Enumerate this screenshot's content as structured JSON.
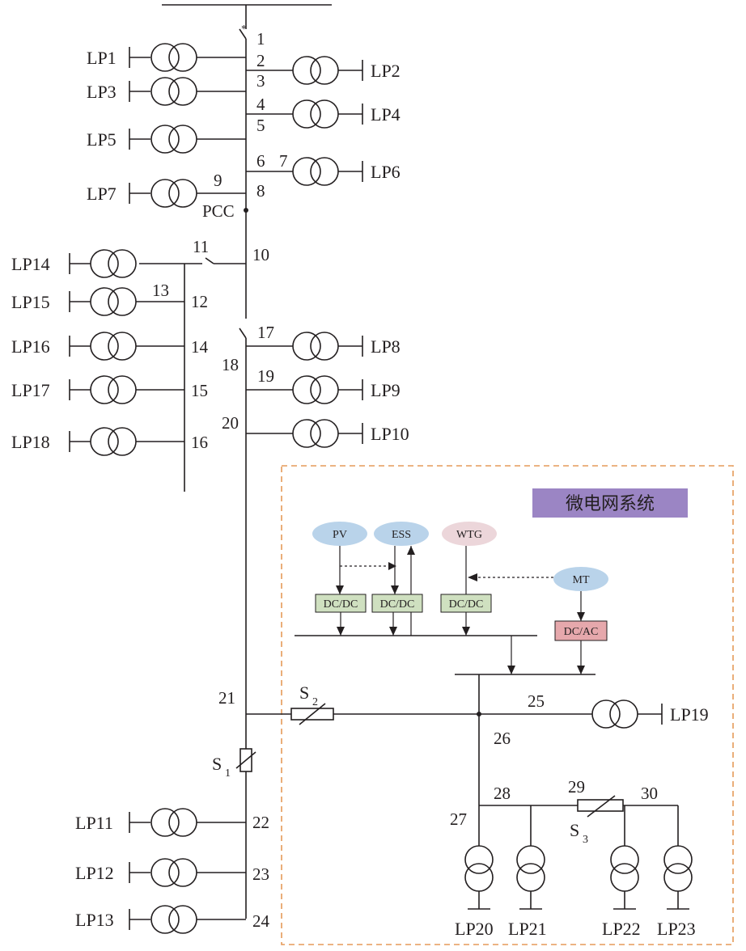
{
  "diagram": {
    "title_box": {
      "text": "微电网系统",
      "color": "#9b85c4"
    },
    "frame_color": "#e59a58",
    "sources": [
      {
        "id": "pv",
        "text": "PV",
        "color": "#b9d3ea"
      },
      {
        "id": "ess",
        "text": "ESS",
        "color": "#b9d3ea"
      },
      {
        "id": "wtg",
        "text": "WTG",
        "color": "#ecd6da"
      },
      {
        "id": "mt",
        "text": "MT",
        "color": "#b9d3ea"
      }
    ],
    "converters": [
      {
        "id": "dcdc1",
        "text": "DC/DC",
        "color": "#cfe0c0"
      },
      {
        "id": "dcdc2",
        "text": "DC/DC",
        "color": "#cfe0c0"
      },
      {
        "id": "dcdc3",
        "text": "DC/DC",
        "color": "#cfe0c0"
      },
      {
        "id": "dcac",
        "text": "DC/AC",
        "color": "#e6a8ac"
      }
    ],
    "loads_left": [
      {
        "id": "LP1",
        "text": "LP1"
      },
      {
        "id": "LP3",
        "text": "LP3"
      },
      {
        "id": "LP5",
        "text": "LP5"
      },
      {
        "id": "LP7",
        "text": "LP7"
      }
    ],
    "loads_right": [
      {
        "id": "LP2",
        "text": "LP2"
      },
      {
        "id": "LP4",
        "text": "LP4"
      },
      {
        "id": "LP6",
        "text": "LP6"
      }
    ],
    "loads_branch": [
      {
        "id": "LP14",
        "text": "LP14"
      },
      {
        "id": "LP15",
        "text": "LP15"
      },
      {
        "id": "LP16",
        "text": "LP16"
      },
      {
        "id": "LP17",
        "text": "LP17"
      },
      {
        "id": "LP18",
        "text": "LP18"
      }
    ],
    "loads_mid_right": [
      {
        "id": "LP8",
        "text": "LP8"
      },
      {
        "id": "LP9",
        "text": "LP9"
      },
      {
        "id": "LP10",
        "text": "LP10"
      }
    ],
    "loads_bottom_left": [
      {
        "id": "LP11",
        "text": "LP11"
      },
      {
        "id": "LP12",
        "text": "LP12"
      },
      {
        "id": "LP13",
        "text": "LP13"
      }
    ],
    "loads_micro": [
      {
        "id": "LP19",
        "text": "LP19"
      },
      {
        "id": "LP20",
        "text": "LP20"
      },
      {
        "id": "LP21",
        "text": "LP21"
      },
      {
        "id": "LP22",
        "text": "LP22"
      },
      {
        "id": "LP23",
        "text": "LP23"
      }
    ],
    "nodes": [
      "1",
      "2",
      "3",
      "4",
      "5",
      "6",
      "7",
      "8",
      "9",
      "10",
      "11",
      "12",
      "13",
      "14",
      "15",
      "16",
      "17",
      "18",
      "19",
      "20",
      "21",
      "22",
      "23",
      "24",
      "25",
      "26",
      "27",
      "28",
      "29",
      "30"
    ],
    "pcc": "PCC",
    "switches": [
      {
        "id": "S1",
        "main": "S",
        "sub": "1"
      },
      {
        "id": "S2",
        "main": "S",
        "sub": "2"
      },
      {
        "id": "S3",
        "main": "S",
        "sub": "3"
      }
    ],
    "star": "*"
  }
}
